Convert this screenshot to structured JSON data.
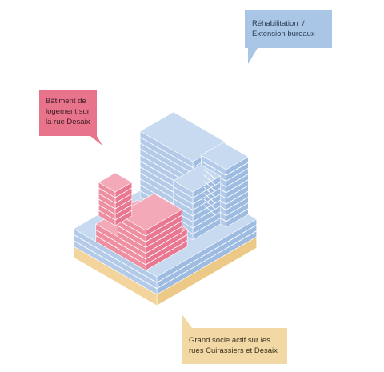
{
  "labels": {
    "rehabilitation": {
      "lines": [
        "Réhabilitation  /",
        "Extension bureaux"
      ],
      "fill": "#a9c6e6",
      "text_color": "#2d3e55"
    },
    "logement": {
      "lines": [
        "Bâtiment de",
        "logement sur",
        "la rue Desaix"
      ],
      "fill": "#e8748c",
      "text_color": "#3a1a22"
    },
    "socle": {
      "lines": [
        "Grand socle actif sur les",
        "rues Cuirassiers et Desaix"
      ],
      "fill": "#f2d8a4",
      "text_color": "#3a3020"
    }
  },
  "colors": {
    "blue_top": "#c7daef",
    "blue_left": "#b3cbe8",
    "blue_right": "#9ebbe1",
    "pink_top": "#f3a9b8",
    "pink_left": "#ee8ea1",
    "pink_right": "#e87891",
    "sand_top": "#f6e2b8",
    "sand_left": "#f2d49c",
    "sand_right": "#edc988",
    "line_blue": "#ffffff",
    "line_pink": "#ffffff"
  }
}
